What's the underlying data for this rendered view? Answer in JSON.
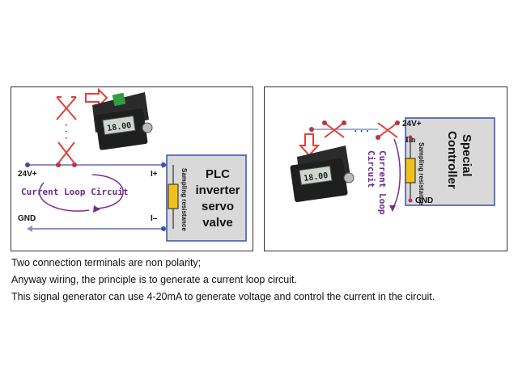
{
  "left_diagram": {
    "terminal_24v": "24V+",
    "terminal_gnd": "GND",
    "terminal_i_plus": "I+",
    "terminal_i_minus": "I–",
    "loop_label": "Current Loop Circuit",
    "sampling_label": "Sampling resistance",
    "device_lines": [
      "PLC",
      "inverter",
      "servo",
      "valve"
    ],
    "display_value": "18.00",
    "dots": "·\n·\n·"
  },
  "right_diagram": {
    "terminal_24v": "24V+",
    "terminal_iin": "Iin",
    "terminal_gnd": "GND",
    "loop_label_line1": "Current Loop",
    "loop_label_line2": "Circuit",
    "sampling_label": "Sampling resistance",
    "device_lines": [
      "Special",
      "Controller"
    ],
    "display_value": "18.00",
    "dots": "· · ·"
  },
  "captions": [
    "Two connection terminals are non polarity;",
    "Anyway wiring, the principle is to generate a current loop circuit.",
    "This signal generator can use 4-20mA to generate voltage and control the current in the circuit."
  ],
  "colors": {
    "wire": "#8a91c4",
    "node": "#c0304a",
    "loop_arrow": "#7b2a8c",
    "loop_text": "#6a2a8a",
    "resistor": "#f2c01e",
    "device_box": "#d9d9d9",
    "red_cross": "#e0403a",
    "connector_green": "#2f9e3f"
  }
}
